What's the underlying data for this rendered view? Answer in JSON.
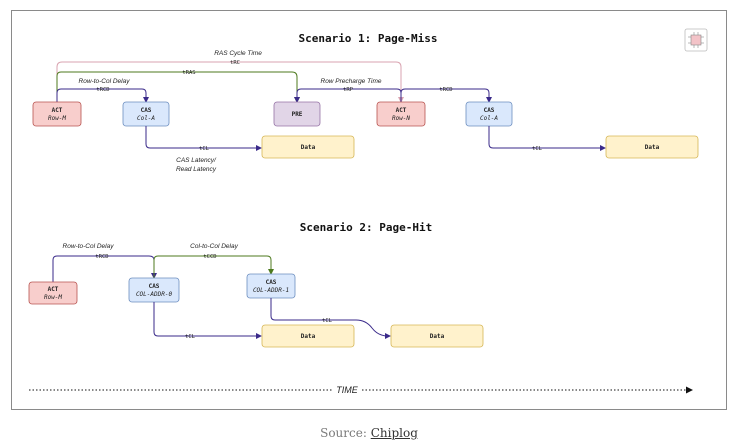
{
  "scenario1": {
    "title": "Scenario 1: Page-Miss",
    "boxes": {
      "act1": {
        "label": "ACT",
        "sub": "Row-M"
      },
      "cas1": {
        "label": "CAS",
        "sub": "Col-A"
      },
      "pre": {
        "label": "PRE"
      },
      "act2": {
        "label": "ACT",
        "sub": "Row-N"
      },
      "cas2": {
        "label": "CAS",
        "sub": "Col-A"
      },
      "data1": {
        "label": "Data"
      },
      "data2": {
        "label": "Data"
      }
    },
    "timings": {
      "trc": "tRC",
      "tras": "tRAS",
      "trcd1": "tRCD",
      "trp": "tRP",
      "trcd2": "tRCD",
      "tcl1": "tCL",
      "tcl2": "tCL"
    },
    "annotations": {
      "ras_cycle": "RAS Cycle Time",
      "row_to_col": "Row-to-Col Delay",
      "row_precharge": "Row Precharge Time",
      "cas_latency_1": "CAS Latency/",
      "cas_latency_2": "Read Latency"
    }
  },
  "scenario2": {
    "title": "Scenario 2: Page-Hit",
    "boxes": {
      "act": {
        "label": "ACT",
        "sub": "Row-M"
      },
      "cas1": {
        "label": "CAS",
        "sub": "COL-ADDR-0"
      },
      "cas2": {
        "label": "CAS",
        "sub": "COL-ADDR-1"
      },
      "data1": {
        "label": "Data"
      },
      "data2": {
        "label": "Data"
      }
    },
    "timings": {
      "trcd": "tRCD",
      "tccd": "tCCD",
      "tcl1": "tCL",
      "tcl2": "tCL"
    },
    "annotations": {
      "row_to_col": "Row-to-Col Delay",
      "col_to_col": "Col-to-Col Delay"
    }
  },
  "time_axis": {
    "label": "TIME"
  },
  "caption": {
    "prefix": "Source: ",
    "link": "Chiplog"
  },
  "colors": {
    "act_fill": "#f8cecc",
    "act_stroke": "#b85450",
    "cas_fill": "#dae8fc",
    "cas_stroke": "#6c8ebf",
    "pre_fill": "#e1d5e7",
    "pre_stroke": "#9673a6",
    "data_fill": "#fff2cc",
    "data_stroke": "#d6b656",
    "arrow_blue": "#3a2a8a",
    "arrow_green": "#4d7a1e",
    "arrow_pink": "#d9a3b0"
  }
}
